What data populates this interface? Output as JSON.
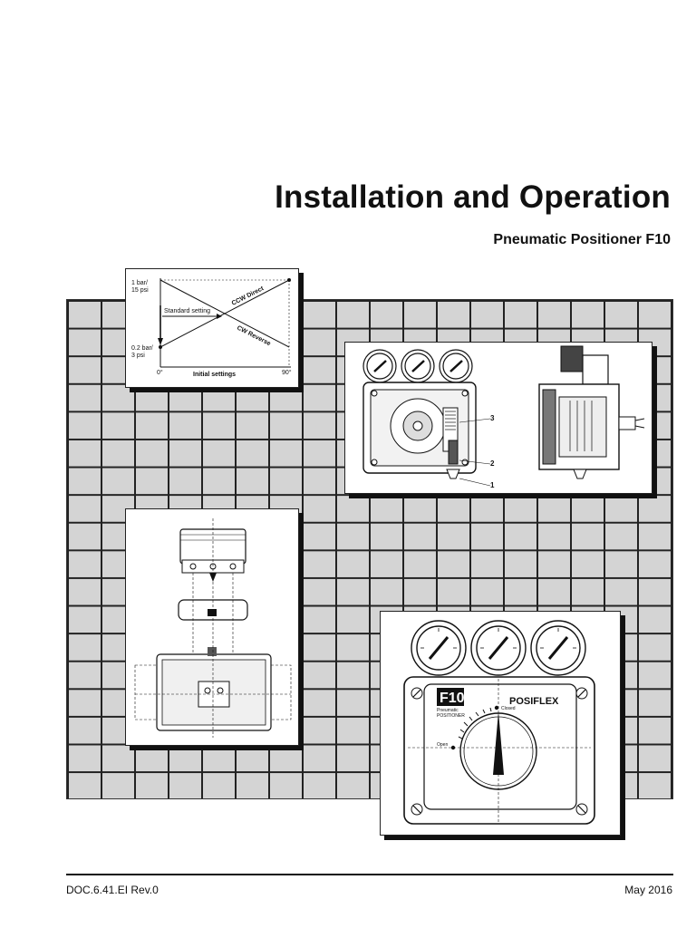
{
  "header": {
    "title": "Installation and Operation",
    "subtitle": "Pneumatic Positioner F10"
  },
  "graph": {
    "y_top": [
      "1 bar/",
      "15 psi"
    ],
    "y_bottom": [
      "0.2 bar/",
      "3 psi"
    ],
    "x_start": "0°",
    "x_end": "90°",
    "x_label": "Initial settings",
    "standard_setting": "Standard setting",
    "ccw_direct": "CCW Direct",
    "cw_reverse": "CW Reverse"
  },
  "positioner_drawing": {
    "callouts": [
      "1",
      "2",
      "3"
    ]
  },
  "front_view": {
    "model": "F10",
    "model_caption_1": "Pneumatic",
    "model_caption_2": "POSITIONER",
    "brand": "POSIFLEX",
    "closed_label": "Closed",
    "open_label": "Open"
  },
  "footer": {
    "doc_code": "DOC.6.41.EI Rev.0",
    "date": "May 2016"
  }
}
